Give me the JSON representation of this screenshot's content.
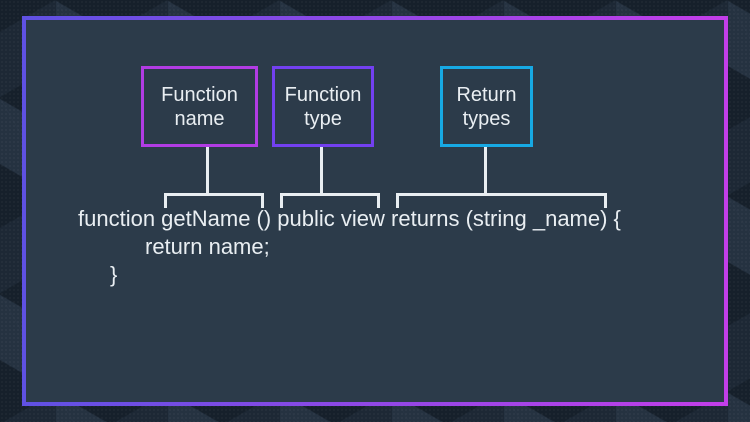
{
  "slide": {
    "annotations": [
      {
        "id": "function-name",
        "label": "Function\nname",
        "border_color": "#b23ce4"
      },
      {
        "id": "function-type",
        "label": "Function\ntype",
        "border_color": "#7340f0"
      },
      {
        "id": "return-types",
        "label": "Return\ntypes",
        "border_color": "#17a9e4"
      }
    ],
    "code": {
      "line1": "function getName () public view returns (string _name) {",
      "line2": "return name;",
      "line3": "}"
    },
    "colors": {
      "frame_gradient_start": "#5f51e3",
      "frame_gradient_end": "#c33ee9",
      "panel_background": "#2c3b4a",
      "outer_background": "#1d2835",
      "connector_line": "#e9eef2",
      "text": "#e9eef2"
    }
  }
}
